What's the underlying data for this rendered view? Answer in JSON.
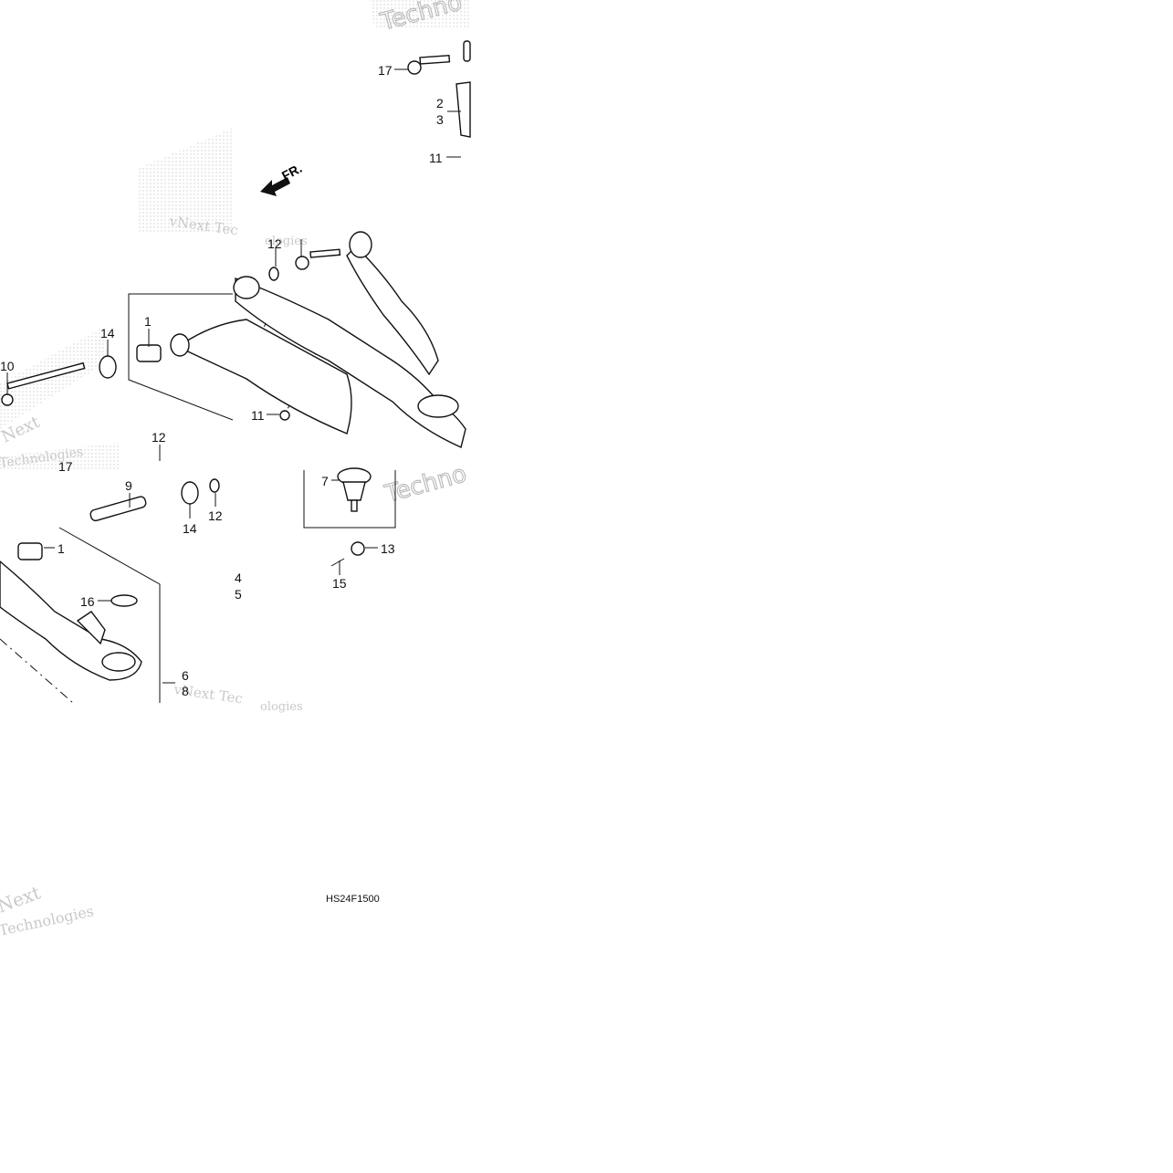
{
  "diagram": {
    "direction_label": "FR.",
    "diagram_code": "HS24F1500",
    "watermark": {
      "brand_line_1": "vNext Tec",
      "brand_line_2": "Technologies",
      "brand_short": "Next",
      "brand_tech": "Techno",
      "brand_tail": "ologies"
    },
    "callouts": {
      "c1a": "1",
      "c1b": "1",
      "c2": "2",
      "c3": "3",
      "c4": "4",
      "c5": "5",
      "c6": "6",
      "c7": "7",
      "c8": "8",
      "c9": "9",
      "c10": "10",
      "c11a": "11",
      "c11b": "11",
      "c12a": "12",
      "c12b": "12",
      "c12c": "12",
      "c13": "13",
      "c14a": "14",
      "c14b": "14",
      "c15": "15",
      "c16": "16",
      "c17a": "17",
      "c17b": "17"
    }
  }
}
